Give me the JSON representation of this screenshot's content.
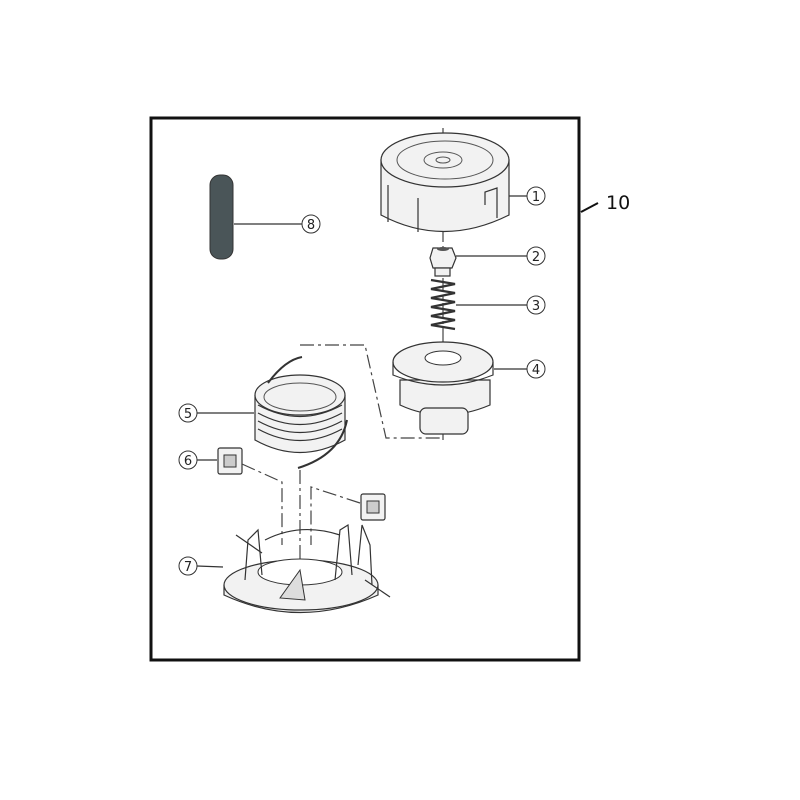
{
  "diagram": {
    "assembly_label": "10",
    "parts": [
      {
        "number": "1",
        "symbol": "①"
      },
      {
        "number": "2",
        "symbol": "②"
      },
      {
        "number": "3",
        "symbol": "③"
      },
      {
        "number": "4",
        "symbol": "④"
      },
      {
        "number": "5",
        "symbol": "⑤"
      },
      {
        "number": "6",
        "symbol": "⑥"
      },
      {
        "number": "7",
        "symbol": "⑦"
      },
      {
        "number": "8",
        "symbol": "⑧"
      }
    ],
    "colors": {
      "frame": "#111111",
      "line": "#333333",
      "rod": "#4a5558"
    }
  }
}
